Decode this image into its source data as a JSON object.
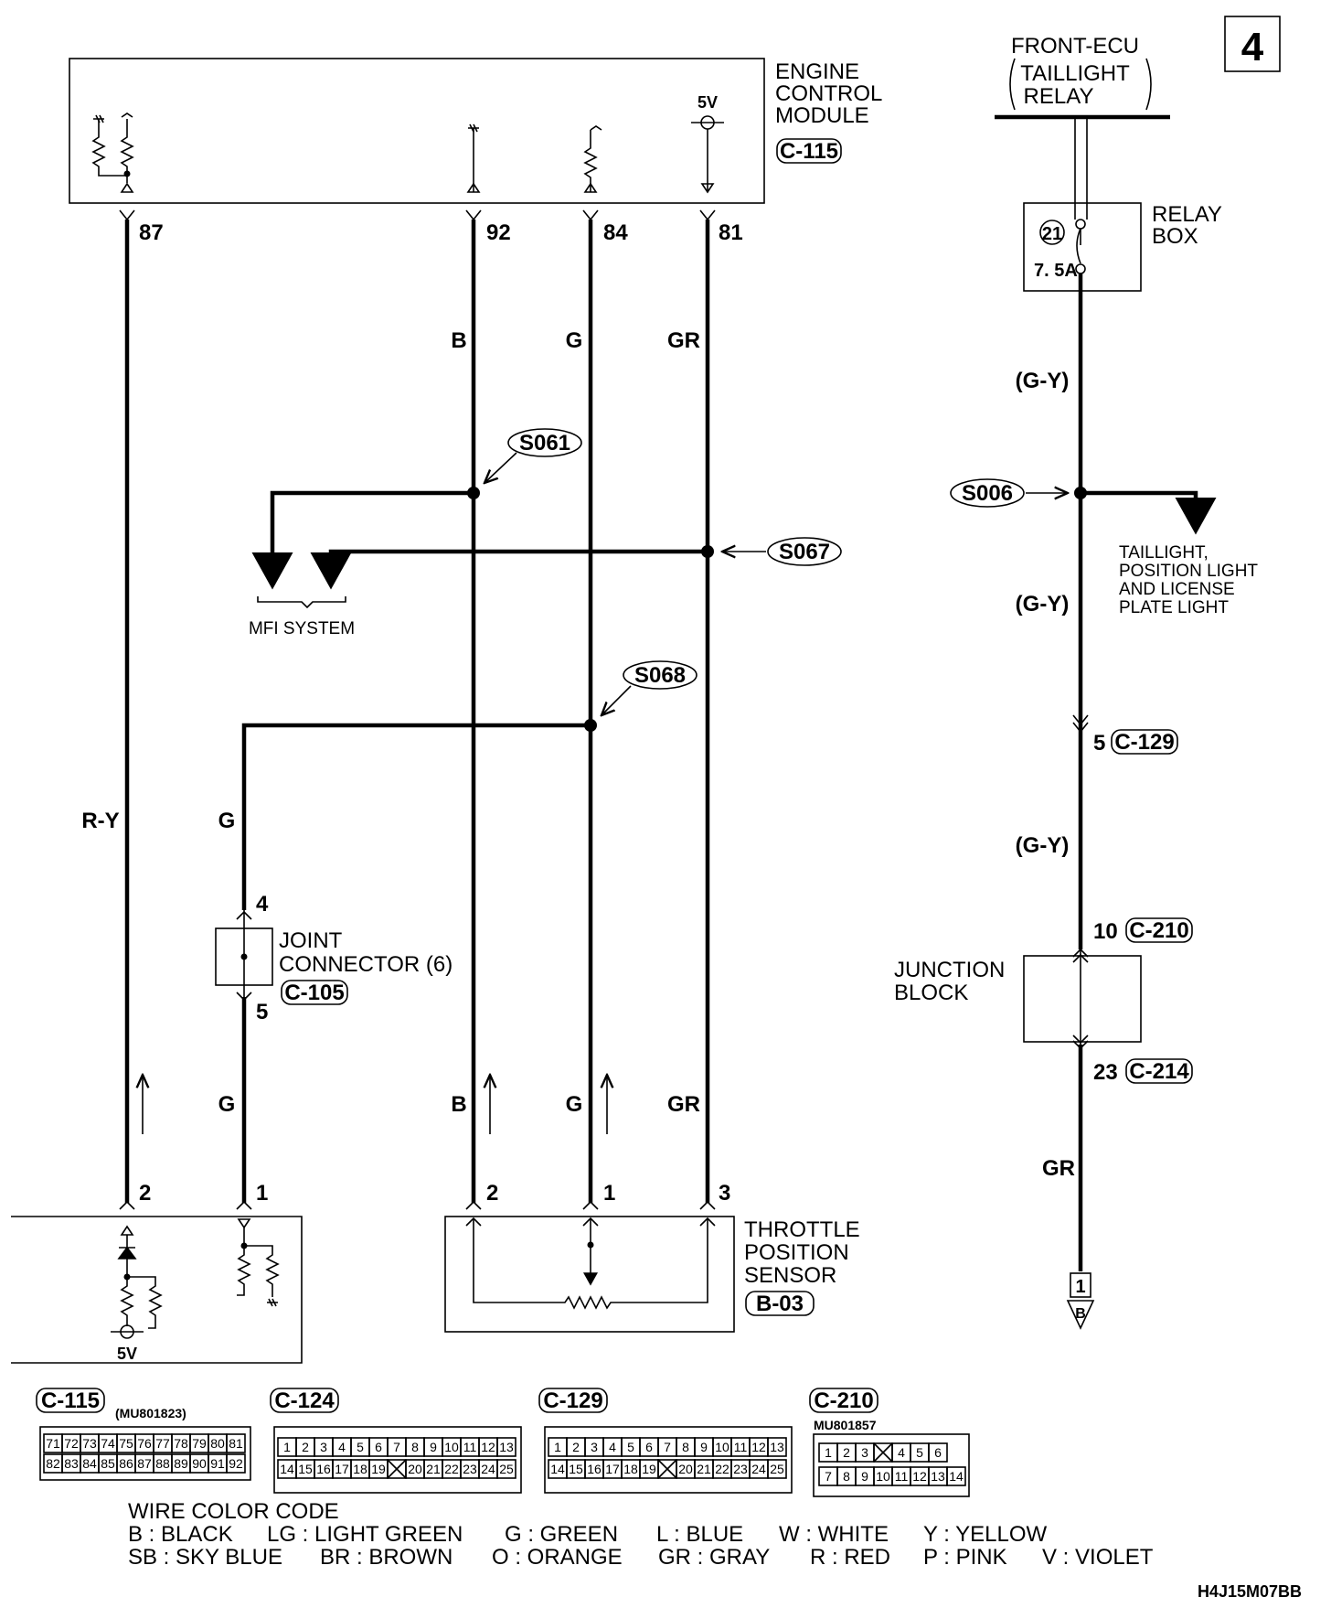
{
  "page_number": "4",
  "diagram_code": "H4J15M07BB",
  "ecm": {
    "name": [
      "ENGINE",
      "CONTROL",
      "MODULE"
    ],
    "connector": "C-115",
    "vref": "5V",
    "pins": [
      "87",
      "92",
      "84",
      "81"
    ]
  },
  "front_ecu": {
    "lines": [
      "FRONT-ECU",
      "TAILLIGHT",
      "RELAY"
    ]
  },
  "relay_box": {
    "name": [
      "RELAY",
      "BOX"
    ],
    "fuse_no": "21",
    "fuse_rating": "7. 5A"
  },
  "wires": {
    "r_y": "R-Y",
    "b": "B",
    "g": "G",
    "gr": "GR",
    "g_y": "(G-Y)"
  },
  "splices": {
    "s061": "S061",
    "s067": "S067",
    "s068": "S068",
    "s006": "S006"
  },
  "mfi": "MFI SYSTEM",
  "taillight": [
    "TAILLIGHT,",
    "POSITION LIGHT",
    "AND LICENSE",
    "PLATE LIGHT"
  ],
  "joint_connector": {
    "name": [
      "JOINT",
      "CONNECTOR (6)"
    ],
    "connector": "C-105",
    "pin_top": "4",
    "pin_bottom": "5"
  },
  "c129": {
    "pin": "5",
    "connector": "C-129"
  },
  "junction_block": {
    "name": [
      "JUNCTION",
      "BLOCK"
    ],
    "pin_top": "10",
    "conn_top": "C-210",
    "pin_bottom": "23",
    "conn_bottom": "C-214"
  },
  "ground": {
    "number": "1",
    "letter": "B"
  },
  "sensor_pins": {
    "left_2": "2",
    "left_1": "1",
    "tps_2": "2",
    "tps_1": "1",
    "tps_3": "3"
  },
  "tps": {
    "name": [
      "THROTTLE",
      "POSITION",
      "SENSOR"
    ],
    "connector": "B-03"
  },
  "connectors": [
    {
      "id": "C-115",
      "part": "(MU801823)",
      "row1": [
        "71",
        "72",
        "73",
        "74",
        "75",
        "76",
        "77",
        "78",
        "79",
        "80",
        "81"
      ],
      "row2": [
        "82",
        "83",
        "84",
        "85",
        "86",
        "87",
        "88",
        "89",
        "90",
        "91",
        "92"
      ]
    },
    {
      "id": "C-124",
      "row1": [
        "1",
        "2",
        "3",
        "4",
        "5",
        "6",
        "7",
        "8",
        "9",
        "10",
        "11",
        "12",
        "13"
      ],
      "row2": [
        "14",
        "15",
        "16",
        "17",
        "18",
        "19",
        "",
        "20",
        "21",
        "22",
        "23",
        "24",
        "25"
      ]
    },
    {
      "id": "C-129",
      "row1": [
        "1",
        "2",
        "3",
        "4",
        "5",
        "6",
        "7",
        "8",
        "9",
        "10",
        "11",
        "12",
        "13"
      ],
      "row2": [
        "14",
        "15",
        "16",
        "17",
        "18",
        "19",
        "",
        "20",
        "21",
        "22",
        "23",
        "24",
        "25"
      ]
    },
    {
      "id": "C-210",
      "part": "MU801857",
      "row1": [
        "1",
        "2",
        "3",
        "",
        "4",
        "5",
        "6"
      ],
      "row2": [
        "7",
        "8",
        "9",
        "10",
        "11",
        "12",
        "13",
        "14"
      ]
    }
  ],
  "legend": {
    "title": "WIRE COLOR CODE",
    "row1": [
      "B : BLACK",
      "LG : LIGHT GREEN",
      "G : GREEN",
      "L : BLUE",
      "W : WHITE",
      "Y : YELLOW"
    ],
    "row2": [
      "SB : SKY BLUE",
      "BR : BROWN",
      "O : ORANGE",
      "GR : GRAY",
      "R : RED",
      "P : PINK",
      "V : VIOLET"
    ]
  }
}
